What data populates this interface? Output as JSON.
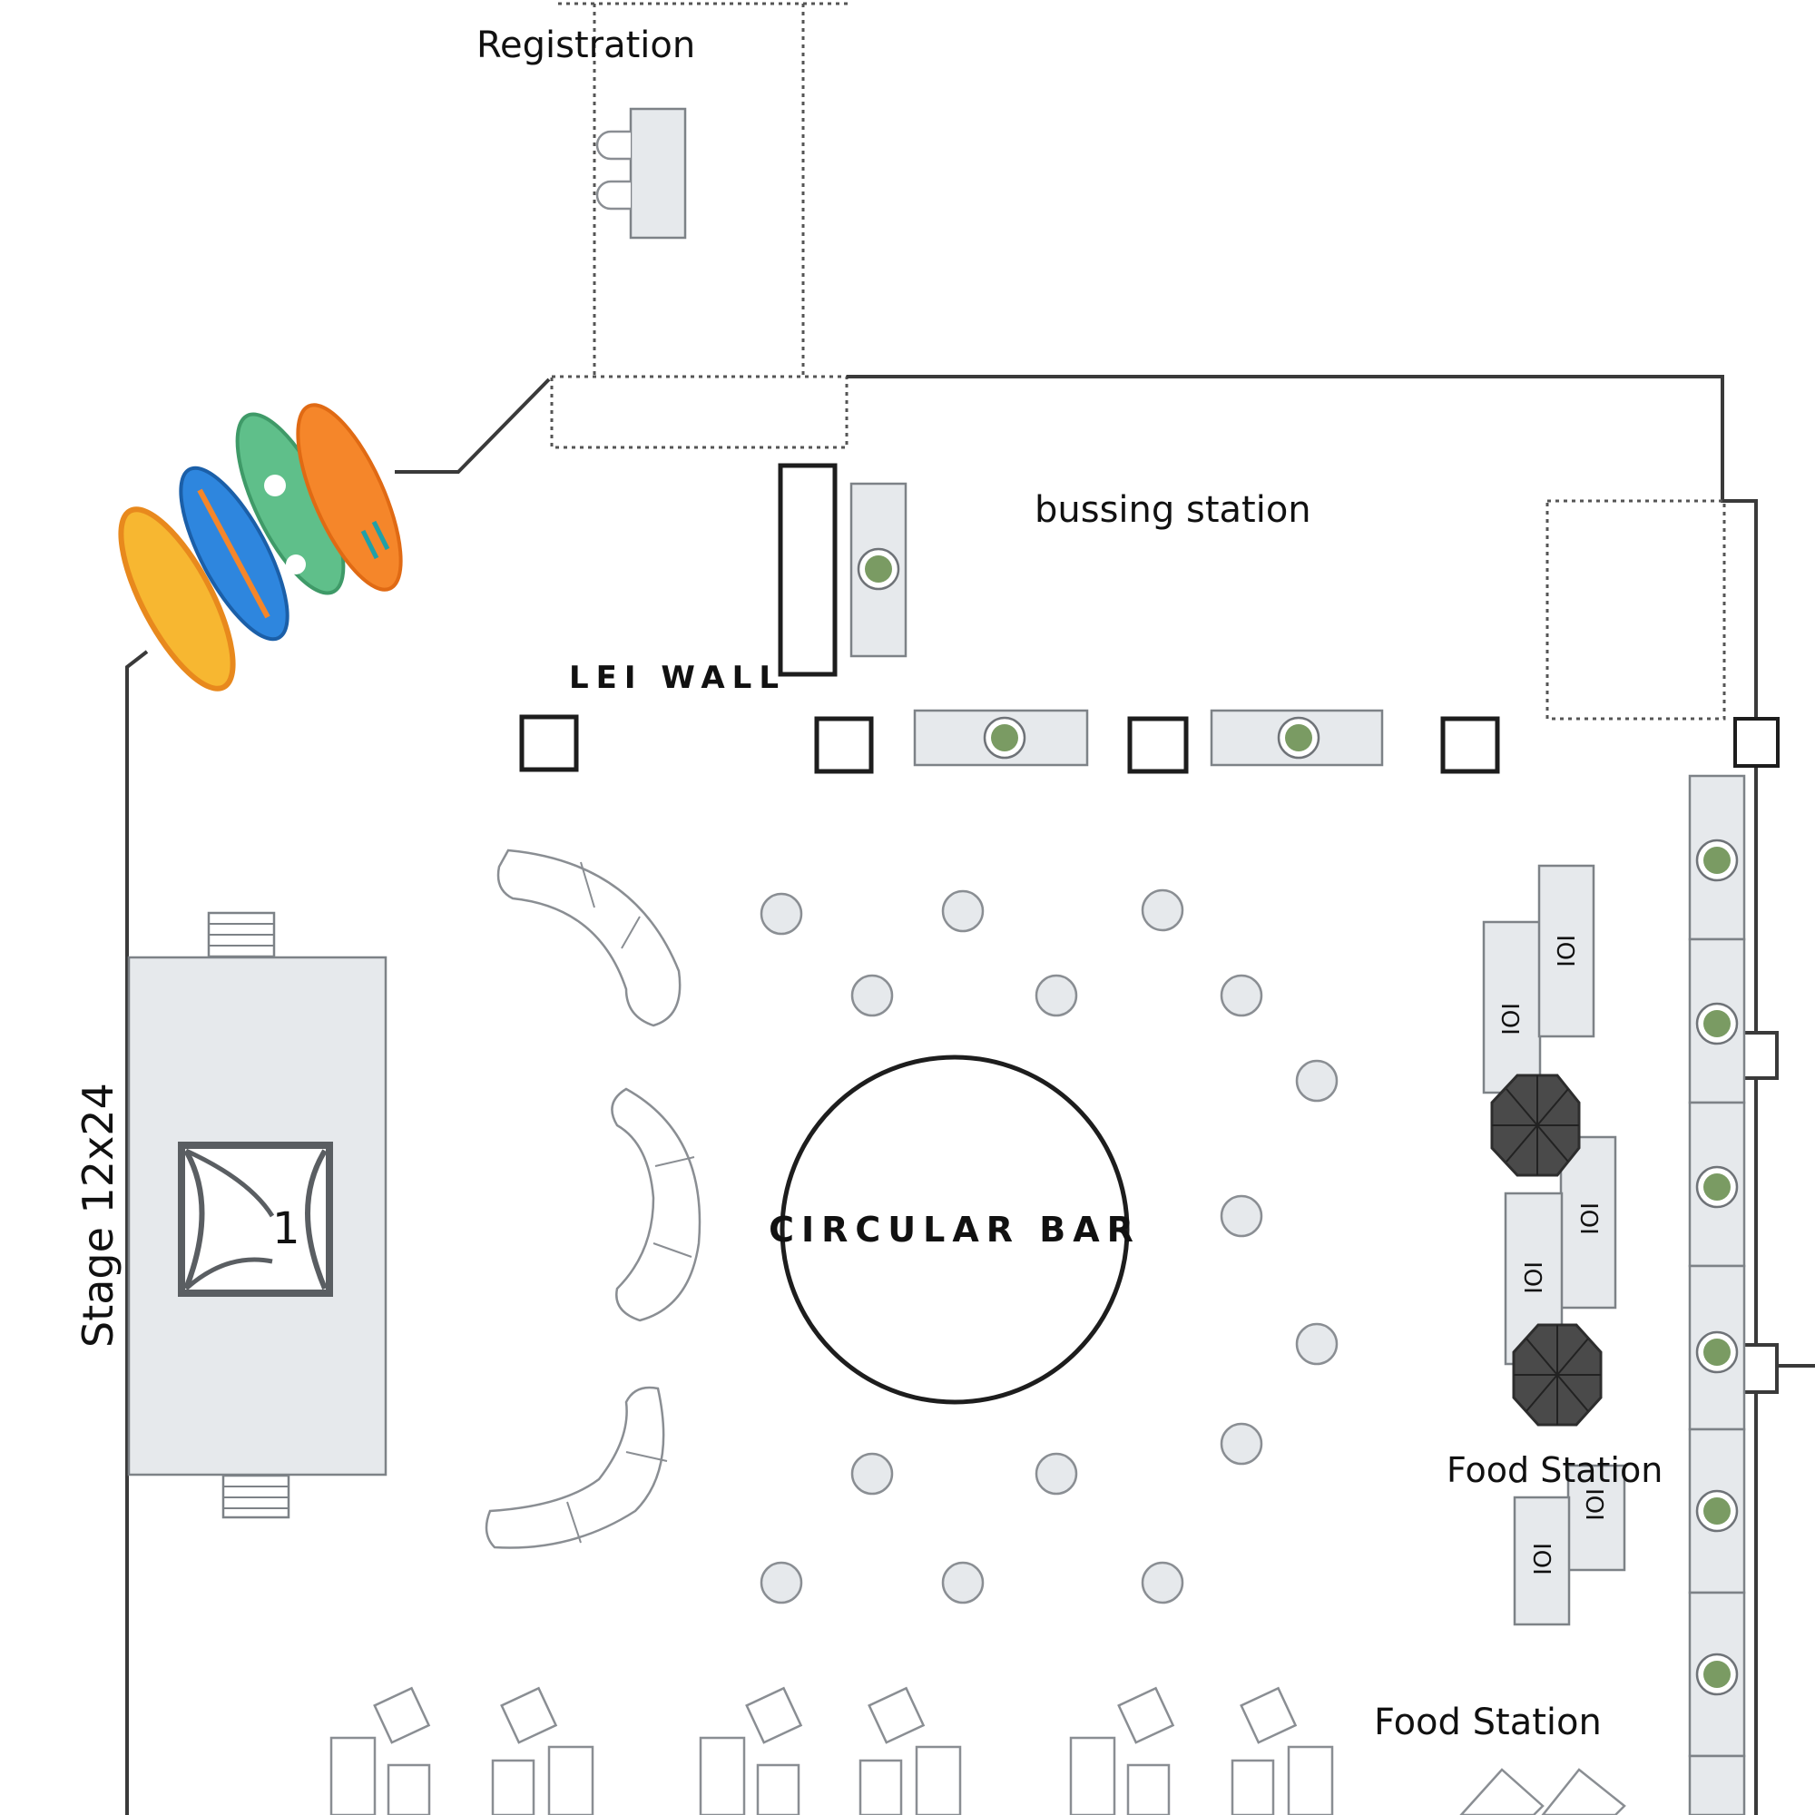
{
  "labels": {
    "registration": "Registration",
    "bussing_station": "bussing station",
    "lei_wall": "LEI WALL",
    "circular_bar": "CIRCULAR BAR",
    "stage": "Stage 12x24",
    "stage_logo": "1",
    "food_station_1": "Food Station",
    "food_station_2": "Food Station"
  },
  "colors": {
    "furniture_fill": "#e6e9ec",
    "line": "#3a3a3a",
    "umbrella": "#4a4a4a",
    "surfboard_yellow": "#f7b731",
    "surfboard_blue": "#2e86de",
    "surfboard_green": "#5fbf8a",
    "surfboard_orange": "#f5862a"
  },
  "icons": [
    "surfboards-icon",
    "plant-icon",
    "umbrella-icon",
    "chafing-dish-icon",
    "stage-curtain-icon",
    "lounge-chair-icon"
  ]
}
